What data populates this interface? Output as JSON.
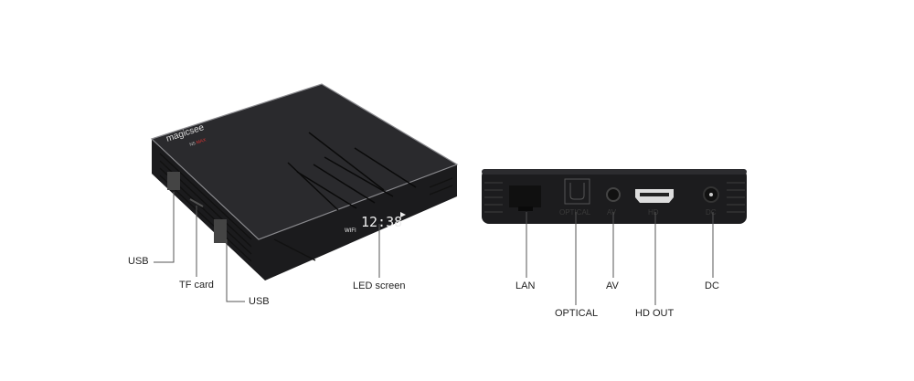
{
  "brand": {
    "logo": "magicsee",
    "model": "N5 MAX"
  },
  "display": {
    "wifi": "WIFI",
    "time": "12:38"
  },
  "port_print": [
    "OPTICAL",
    "AV",
    "HD",
    "DC"
  ],
  "left_callouts": {
    "usb1": "USB",
    "tf": "TF card",
    "usb2": "USB",
    "led": "LED screen"
  },
  "right_callouts": {
    "lan": "LAN",
    "optical": "OPTICAL",
    "av": "AV",
    "hdout": "HD OUT",
    "dc": "DC"
  }
}
